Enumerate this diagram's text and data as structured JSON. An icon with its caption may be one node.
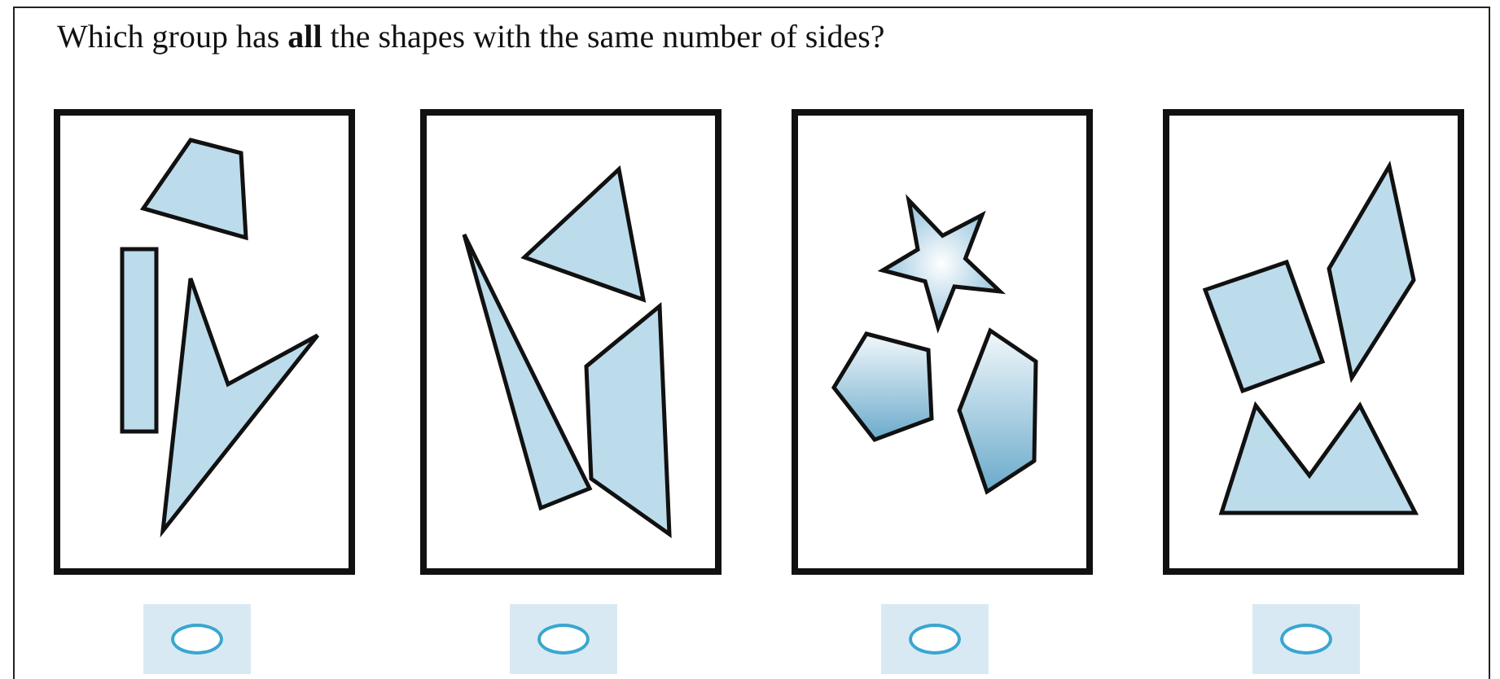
{
  "diagram": {
    "title": "Which group has **all** the shapes with the same number of sides?",
    "nodes": [
      {
        "text": [],
        "shape": "box"
      },
      {
        "text": [],
        "shape": "box"
      },
      {
        "text": [],
        "shape": "box"
      },
      {
        "text": [],
        "shape": "box"
      }
    ]
  }
}
